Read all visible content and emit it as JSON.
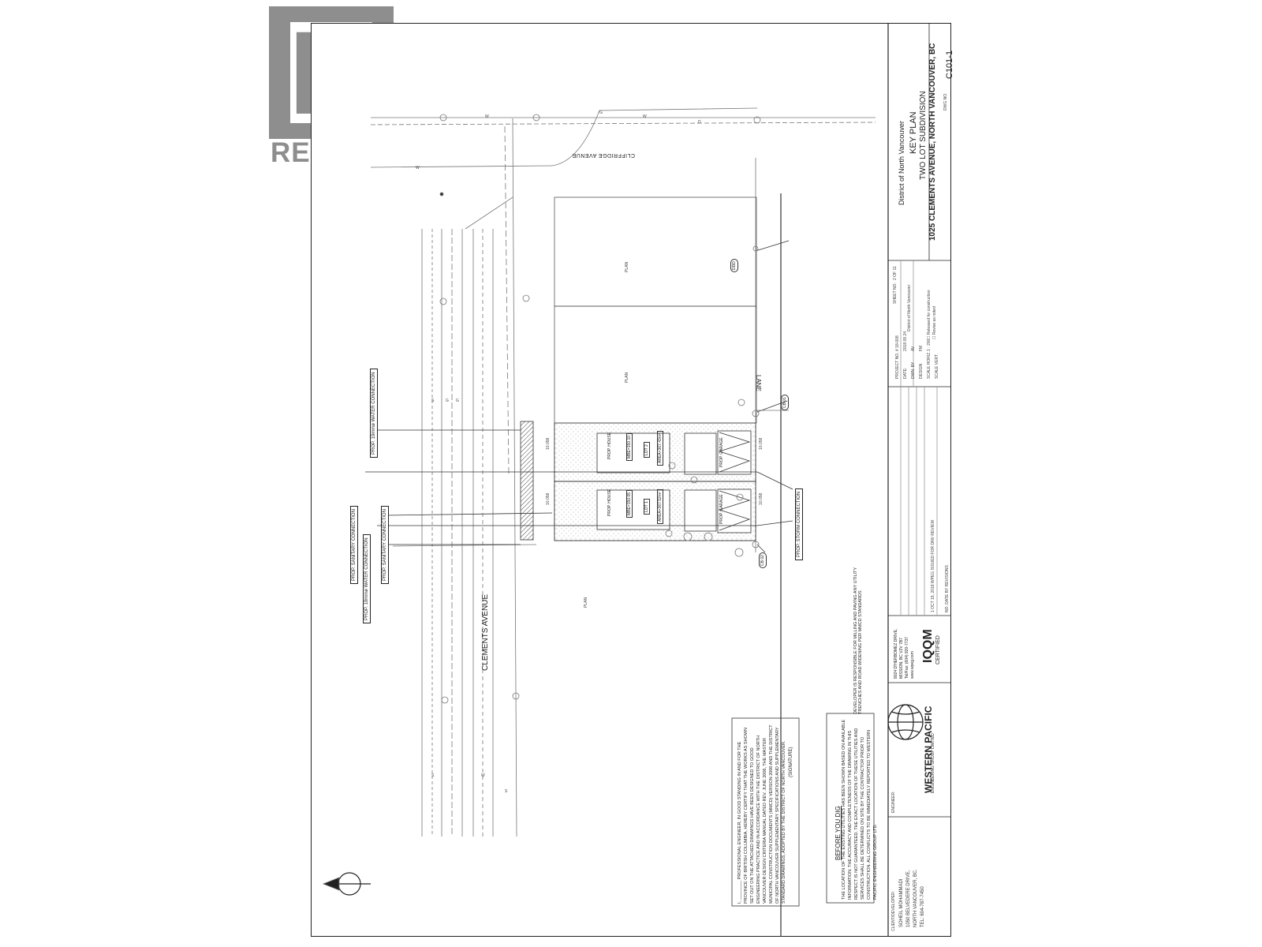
{
  "watermark": {
    "brand": "REALTOR",
    "mark": "®",
    "letter": "R"
  },
  "title_block": {
    "authority": "District of North Vancouver",
    "title": "KEY PLAN",
    "subtitle": "TWO LOT SUBDIVISION",
    "address": "1025 CLEMENTS AVENUE, NORTH VANCOUVER, BC",
    "dwg_no_label": "DWG NO.",
    "dwg_no": "C101-1",
    "sheet_no_label": "SHEET NO.",
    "sheet_no": "2 OF 11",
    "project_no_label": "PROJECT NO.",
    "project_no": "# 18-008",
    "date_label": "DATE:",
    "date": "2018 09 24",
    "dwn_by_label": "DWN. BY",
    "dwn_by": "AV",
    "design_label": "DESIGN",
    "design": "FM",
    "scale_horiz_label": "SCALE HORIZ.",
    "scale_horiz": "1 : 200",
    "scale_vert_label": "SCALE VERT.",
    "dnv_accepted": "District of North Vancouver",
    "released": "☐ Released for construction",
    "revise": "☐ Revise as noted",
    "revision_row": "1  OCT 19, 2018  WPEG  ISSUED FOR DNV REVIEW",
    "revision_headers": "NO.  DATE  BY  REVISIONS",
    "company": "WESTERN PACIFIC",
    "company_sub": "ENGINEERING GROUP LIMITED",
    "company_address_1": "8024 D'HERBOMEZ DRIVE,",
    "company_address_2": "MISSION, BC V2V 7B7",
    "company_tel": "Tel/Fax: (604) 820-7737",
    "company_web": "www.wpeg.com",
    "iqqm": "IQQM",
    "certified": "CERTIFIED",
    "client_label": "CLIENT/DEVELOPER:",
    "client_name": "SOHEIL MOHAMMADI",
    "client_address_1": "1050 BELVEDERE DRIVE,",
    "client_address_2": "NORTH VANCOUVER, BC.",
    "client_tel": "TEL: 604-787-7450",
    "engineer_label": "ENGINEER:"
  },
  "notes": {
    "developer": "DEVELOPER IS RESPONSIBLE FOR MILLING AND PAVING ANY UTILITY TRENCHES AND ROAD WIDENING PER MMCD STANDARDS",
    "dig_title": "BEFORE YOU DIG",
    "dig_text": "THE LOCATION OF THE EXISTING UTILITIES HAS BEEN SHOWN BASED ON AVAILABLE INFORMATION. THE ACCURACY AND COMPLETENESS OF THE DRAWING IN THIS RESPECT IS NOT GUARANTEED. THE EXACT LOCATION OF THESE UTILITIES AND SERVICES SHALL BE DETERMINED ON SITE BY THE CONTRACTOR PRIOR TO CONSTRUCTION. ALL CONFLICTS TO BE IMMEDIATELY REPORTED TO WESTERN PACIFIC ENGINEERING GROUP LTD.",
    "cert": "I, ________ PROFESSIONAL ENGINEER, IN GOOD STANDING IN AND FOR THE PROVINCE OF BRITISH COLUMBIA, HEREBY CERTIFY THAT THE WORKS AS SHOWN SET OUT ON THE ATTACHED DRAWINGS HAVE BEEN DESIGNED TO GOOD ENGINEERING PRACTICE AND IN ACCORDANCE WITH THE DISTRICT OF NORTH VANCOUVER DESIGN CRITERIA MANUAL DATED REV. JUNE 2006, THE MASTER MUNICIPAL CONSTRUCTION DOCUMENTS (MMCD) VERSION 2000 AND THE DISTRICT OF NORTH VANCOUVER SUPPLEMENTARY SPECIFICATIONS AND SUPPLEMENTARY STANDARD DRAWINGS, ADOPTED BY THE DISTRICT OF NORTH VANCOUVER.",
    "signature": "(SIGNATURE)"
  },
  "plan": {
    "streets": {
      "cliffridge": "CLIFFRIDGE AVENUE",
      "clements": "CLEMENTS AVENUE",
      "lane": "LANE"
    },
    "lots": {
      "lot2": {
        "name": "LOT 2",
        "area": "AREA=367.43m²",
        "mbe": "MBE=150.10",
        "house": "PROP. HOUSE",
        "garage": "PROP. GARAGE"
      },
      "lot1": {
        "name": "LOT 1",
        "area": "AREA=367.52m²",
        "mbe": "MBE=150.05",
        "house": "PROP. HOUSE",
        "garage": "PROP. GARAGE"
      }
    },
    "dims": {
      "a": "10.058",
      "b": "10.058",
      "c": "10.058",
      "d": "10.058"
    },
    "callouts": {
      "water_top": "PROP. 19mmø WATER CONNECTION",
      "sanitary_1": "PROP. SANITARY CONNECTION",
      "sanitary_2": "PROP. SANITARY CONNECTION",
      "water_2": "PROP. 19mmø WATER CONNECTION",
      "storm": "PROP. STORM CONNECTION",
      "cb1": "CB 01",
      "cb2": "CB 02",
      "ddd": "DDD"
    },
    "plan_labels": {
      "plan": "PLAN"
    },
    "symbols": {
      "water": "W",
      "gas": "G",
      "sanitary": "S",
      "drain": "D"
    }
  },
  "icons": {
    "north_arrow": "north-arrow-icon"
  }
}
